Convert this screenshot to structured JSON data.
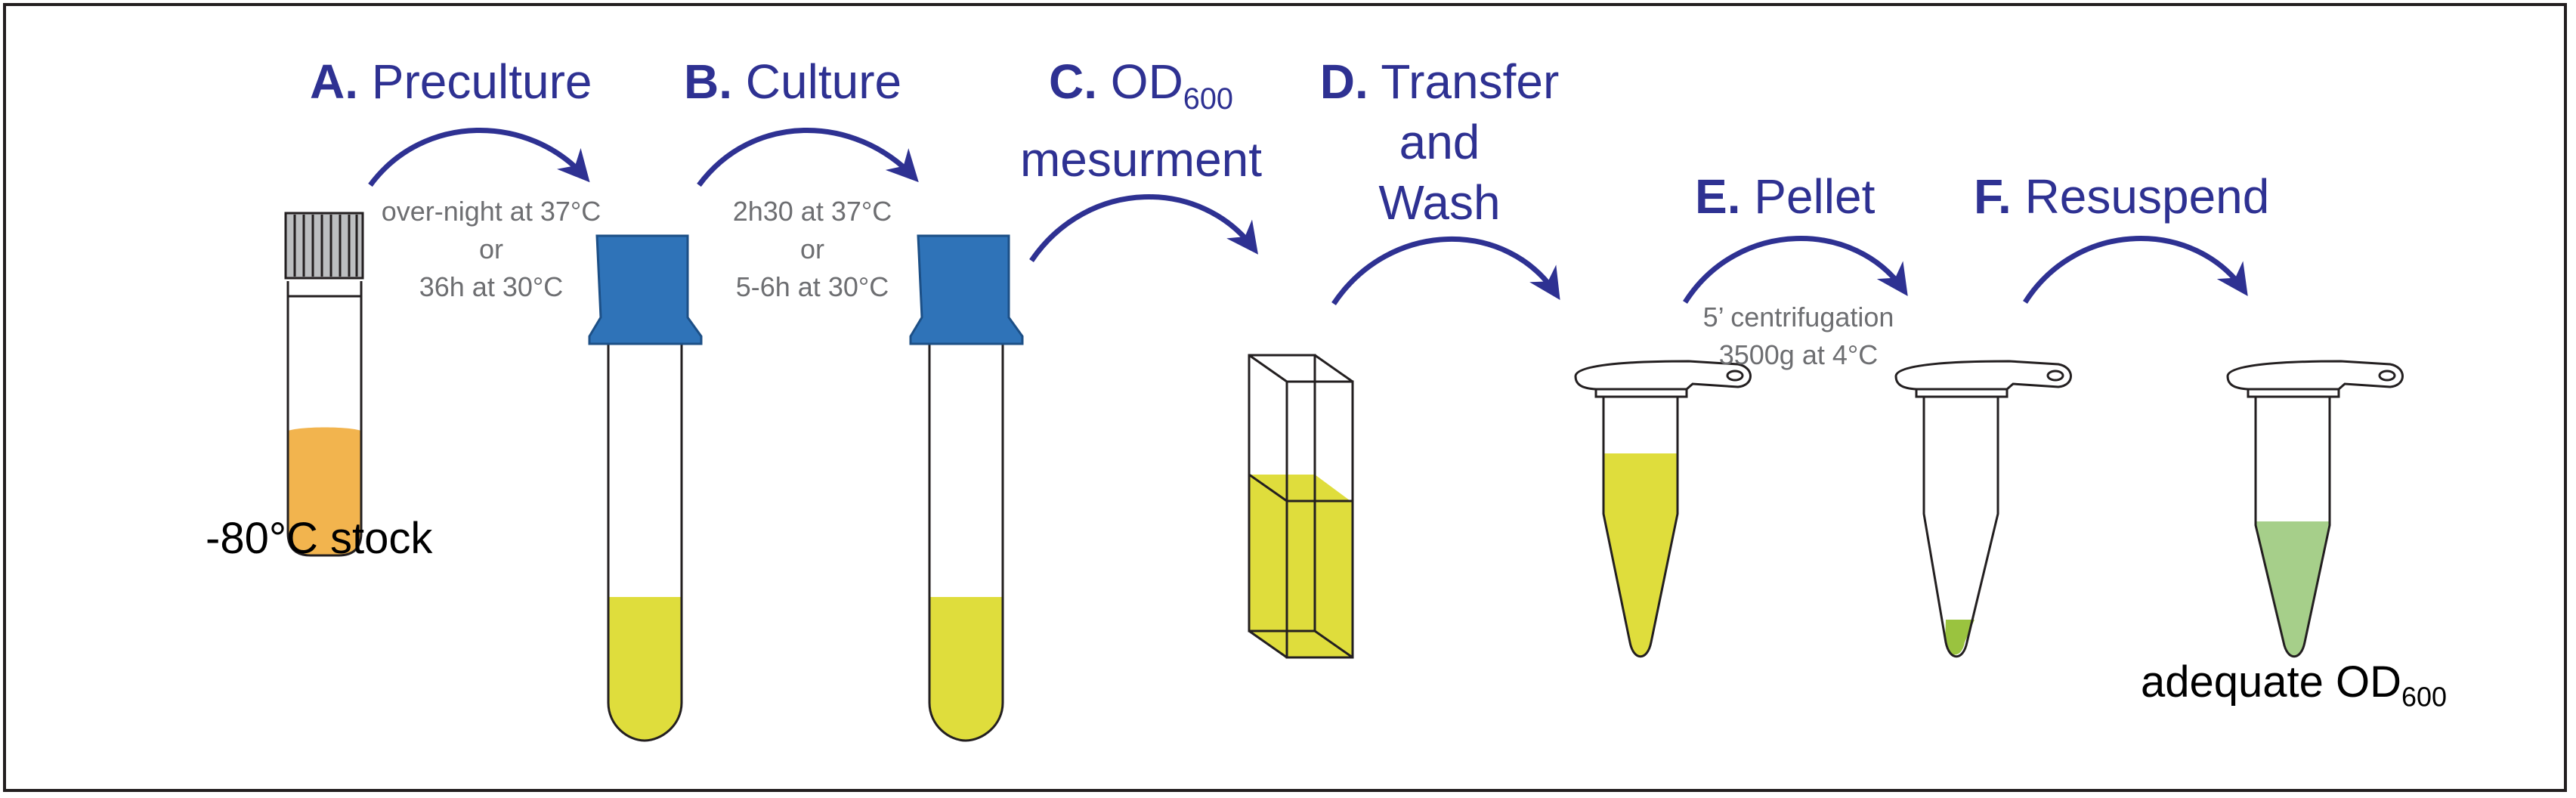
{
  "steps": {
    "a": {
      "letter": "A.",
      "name": "Preculture"
    },
    "b": {
      "letter": "B.",
      "name": "Culture"
    },
    "c": {
      "letter": "C.",
      "name_pre": "OD",
      "name_sub": "600",
      "line2": "mesurment"
    },
    "d": {
      "letter": "D.",
      "line1": "Transfer",
      "line2": "and",
      "line3": "Wash"
    },
    "e": {
      "letter": "E.",
      "name": "Pellet"
    },
    "f": {
      "letter": "F.",
      "name": "Resuspend"
    }
  },
  "conditions": {
    "preculture": [
      "over-night at 37°C",
      "or",
      "36h at 30°C"
    ],
    "culture": [
      "2h30 at 37°C",
      "or",
      "5-6h at 30°C"
    ],
    "pellet": [
      "5’ centrifugation",
      "3500g at 4°C"
    ]
  },
  "labels": {
    "stock": "-80°C stock",
    "final_pre": "adequate OD",
    "final_sub": "600"
  },
  "colors": {
    "heading": "#2e3192",
    "condition_text": "#6d6e71",
    "stock_liquid": "#f2b44e",
    "culture_liquid": "#dfdd3c",
    "pellet_liquid": "#9ac33f",
    "resuspended_liquid": "#a6cf8a",
    "cap_blue": "#2f73b8"
  },
  "icons": [
    "curved-arrow-icon",
    "vial-icon",
    "culture-tube-icon",
    "cuvette-icon",
    "microtube-icon"
  ]
}
